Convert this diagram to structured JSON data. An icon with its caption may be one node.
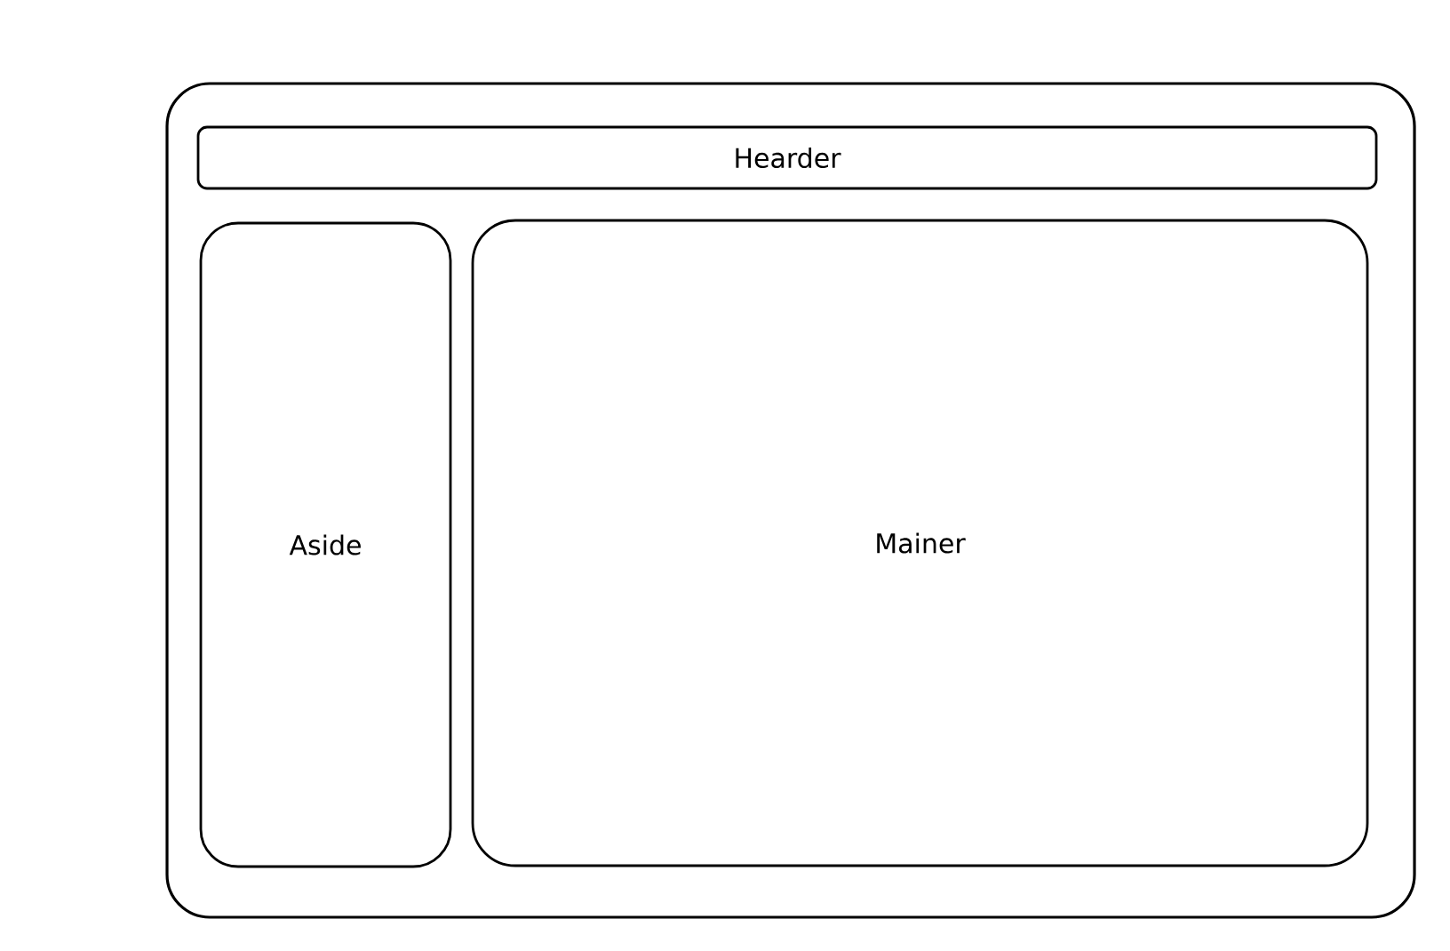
{
  "diagram": {
    "nodes": [
      {
        "text": [],
        "shape": "box"
      },
      {
        "text": [
          "Hearder"
        ],
        "in": 0
      },
      {
        "text": [
          "Aside"
        ],
        "in": 0
      },
      {
        "text": [
          "Mainer"
        ],
        "in": 0
      }
    ]
  }
}
